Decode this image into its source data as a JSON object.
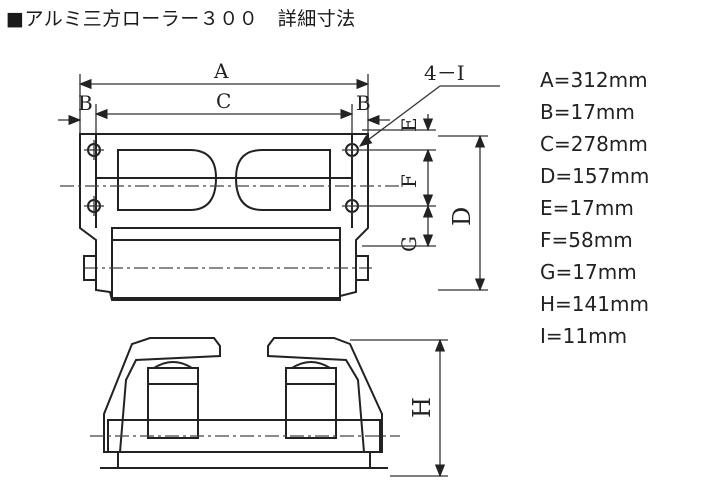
{
  "title": "■アルミ三方ローラー３００　詳細寸法",
  "diagram_labels": {
    "A": "A",
    "B_left": "B",
    "B_right": "B",
    "C": "C",
    "I": "4－I",
    "E": "E",
    "F": "F",
    "G": "G",
    "D": "D",
    "H": "H"
  },
  "dimensions": [
    "A=312mm",
    "B=17mm",
    "C=278mm",
    "D=157mm",
    "E=17mm",
    "F=58mm",
    "G=17mm",
    "H=141mm",
    "I=11mm"
  ]
}
